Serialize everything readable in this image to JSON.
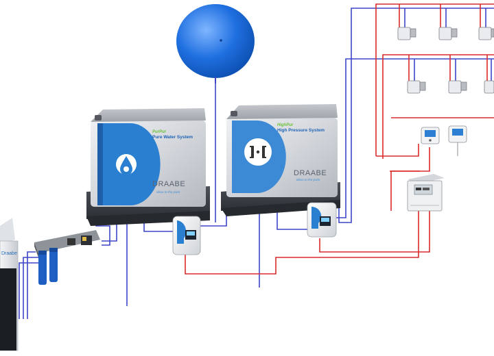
{
  "units": {
    "purepur": {
      "brand_line": "PurPur",
      "system_name": "Pure Water System",
      "logo": "DRAABE",
      "tagline": "ideas to the point",
      "front_icon": "water-drop-icon"
    },
    "highpur": {
      "brand_line": "HighPur",
      "system_name": "High Pressure System",
      "logo": "DRAABE",
      "tagline": "ideas to the point",
      "front_icon": "nozzle-icon"
    }
  },
  "left_cabinet_label": "Draabe",
  "colors": {
    "water_line": "#3b45c8",
    "power_line": "#dc2a2a",
    "brand_blue": "#2a7fd0",
    "tank_blue": "#1f6fe0",
    "housing_grey": "#c9ccd1",
    "base_dark": "#3e4248"
  }
}
